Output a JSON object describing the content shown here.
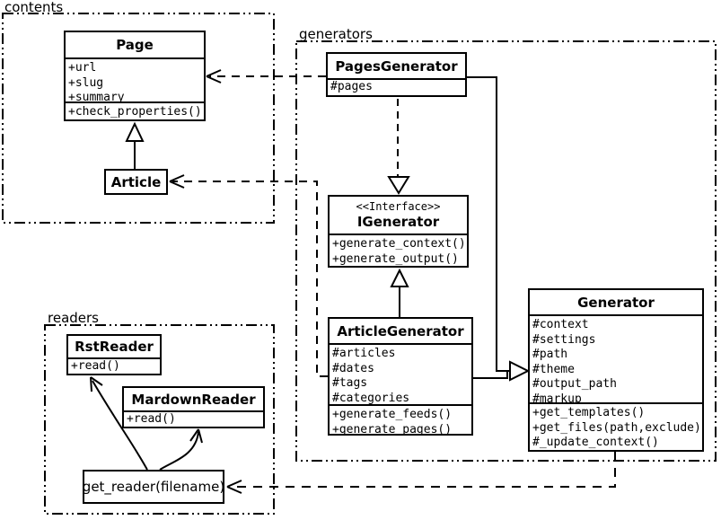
{
  "colors": {
    "stroke": "#000000",
    "background": "#ffffff"
  },
  "packages": {
    "contents": {
      "label": "contents"
    },
    "generators": {
      "label": "generators"
    },
    "readers": {
      "label": "readers"
    }
  },
  "classes": {
    "page": {
      "title": "Page",
      "attributes": [
        "+url",
        "+slug",
        "+summary"
      ],
      "methods": [
        "+check_properties()"
      ]
    },
    "article": {
      "title": "Article"
    },
    "pages_generator": {
      "title": "PagesGenerator",
      "attributes": [
        "#pages"
      ]
    },
    "igenerator": {
      "stereotype": "<<Interface>>",
      "title": "IGenerator",
      "methods": [
        "+generate_context()",
        "+generate_output()"
      ]
    },
    "article_generator": {
      "title": "ArticleGenerator",
      "attributes": [
        "#articles",
        "#dates",
        "#tags",
        "#categories"
      ],
      "methods": [
        "+generate_feeds()",
        "+generate_pages()"
      ]
    },
    "generator": {
      "title": "Generator",
      "attributes": [
        "#context",
        "#settings",
        "#path",
        "#theme",
        "#output_path",
        "#markup"
      ],
      "methods": [
        "+get_templates()",
        "+get_files(path,exclude)",
        "#_update_context()"
      ]
    },
    "rst_reader": {
      "title": "RstReader",
      "methods": [
        "+read()"
      ]
    },
    "mardown_reader": {
      "title": "MardownReader",
      "methods": [
        "+read()"
      ]
    },
    "get_reader": {
      "title": "get_reader(filename)"
    }
  },
  "relationships": [
    {
      "from": "Article",
      "to": "Page",
      "type": "inheritance"
    },
    {
      "from": "PagesGenerator",
      "to": "Page",
      "type": "dependency"
    },
    {
      "from": "ArticleGenerator",
      "to": "Article",
      "type": "dependency"
    },
    {
      "from": "PagesGenerator",
      "to": "IGenerator",
      "type": "realization"
    },
    {
      "from": "ArticleGenerator",
      "to": "IGenerator",
      "type": "inheritance"
    },
    {
      "from": "PagesGenerator",
      "to": "Generator",
      "type": "inheritance"
    },
    {
      "from": "ArticleGenerator",
      "to": "Generator",
      "type": "inheritance"
    },
    {
      "from": "Generator",
      "to": "get_reader(filename)",
      "type": "dependency"
    },
    {
      "from": "get_reader(filename)",
      "to": "RstReader",
      "type": "association"
    },
    {
      "from": "get_reader(filename)",
      "to": "MardownReader",
      "type": "association"
    }
  ]
}
